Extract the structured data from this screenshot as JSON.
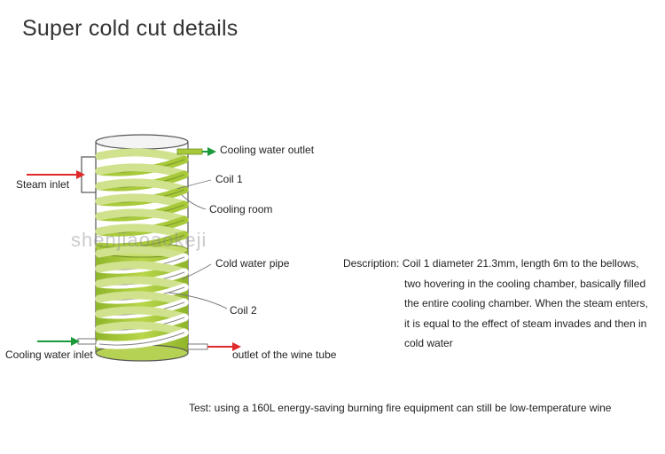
{
  "title": "Super cold cut details",
  "watermark": "shenjiaoaokeji",
  "labels": {
    "steam_inlet": "Steam inlet",
    "cooling_water_outlet": "Cooling water outlet",
    "coil1": "Coil 1",
    "cooling_room": "Cooling room",
    "cold_water_pipe": "Cold water pipe",
    "coil2": "Coil 2",
    "cooling_water_inlet": "Cooling water inlet",
    "wine_outlet": "outlet of the wine tube"
  },
  "description": {
    "line1": "Description: Coil 1 diameter 21.3mm, length 6m to the bellows,",
    "line2": "two hovering in the cooling chamber, basically filled",
    "line3": "the entire cooling chamber. When the steam enters,",
    "line4": "it is equal to the effect of steam invades and then in",
    "line5": "cold water"
  },
  "test": "Test: using a 160L energy-saving burning fire equipment can still be low-temperature wine",
  "colors": {
    "coil_green": "#a8c93a",
    "coil_light": "#dde9a8",
    "steam_arrow": "#e02a2a",
    "water_arrow": "#1a9a3a"
  }
}
